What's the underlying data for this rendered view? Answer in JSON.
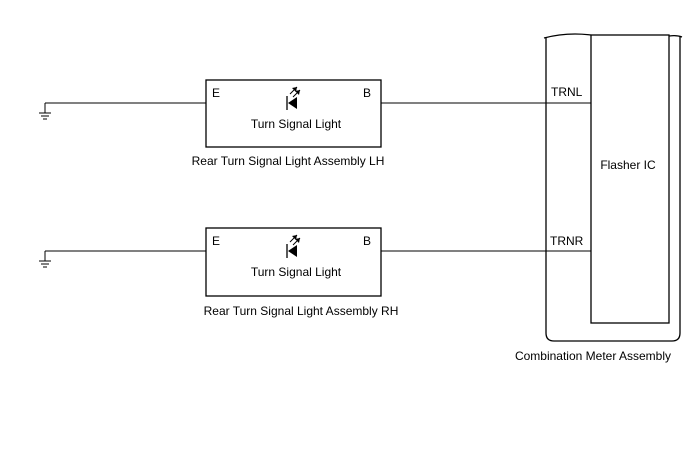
{
  "lh_assembly": {
    "pin_left": "E",
    "pin_right": "B",
    "component_label": "Turn Signal Light",
    "caption": "Rear Turn Signal Light Assembly LH"
  },
  "rh_assembly": {
    "pin_left": "E",
    "pin_right": "B",
    "component_label": "Turn Signal Light",
    "caption": "Rear Turn Signal Light Assembly RH"
  },
  "meter": {
    "pin_top": "TRNL",
    "pin_bottom": "TRNR",
    "ic_label": "Flasher IC",
    "caption": "Combination Meter Assembly"
  }
}
